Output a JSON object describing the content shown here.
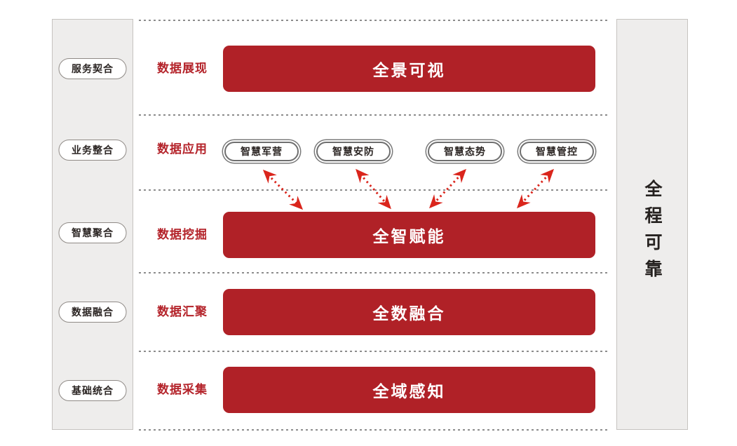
{
  "diagram": {
    "left_sidebar": {
      "items": [
        "服务契合",
        "业务整合",
        "智慧聚合",
        "数据融合",
        "基础统合"
      ]
    },
    "right_sidebar": {
      "label": "全程可靠"
    },
    "rows": [
      {
        "label": "数据展现",
        "bar": "全景可视"
      },
      {
        "label": "数据应用",
        "apps": [
          "智慧军营",
          "智慧安防",
          "智慧态势",
          "智慧管控"
        ]
      },
      {
        "label": "数据挖掘",
        "bar": "全智赋能"
      },
      {
        "label": "数据汇聚",
        "bar": "全数融合"
      },
      {
        "label": "数据采集",
        "bar": "全域感知"
      }
    ],
    "colors": {
      "bar_red": "#b02127",
      "label_red": "#b4232a",
      "arrow_red": "#da251c",
      "sidebar_bg": "#eeedec",
      "sidebar_border": "#c6c3c0",
      "pill_border": "#6f6f6f",
      "dotted_line": "#8c8c8c"
    }
  }
}
